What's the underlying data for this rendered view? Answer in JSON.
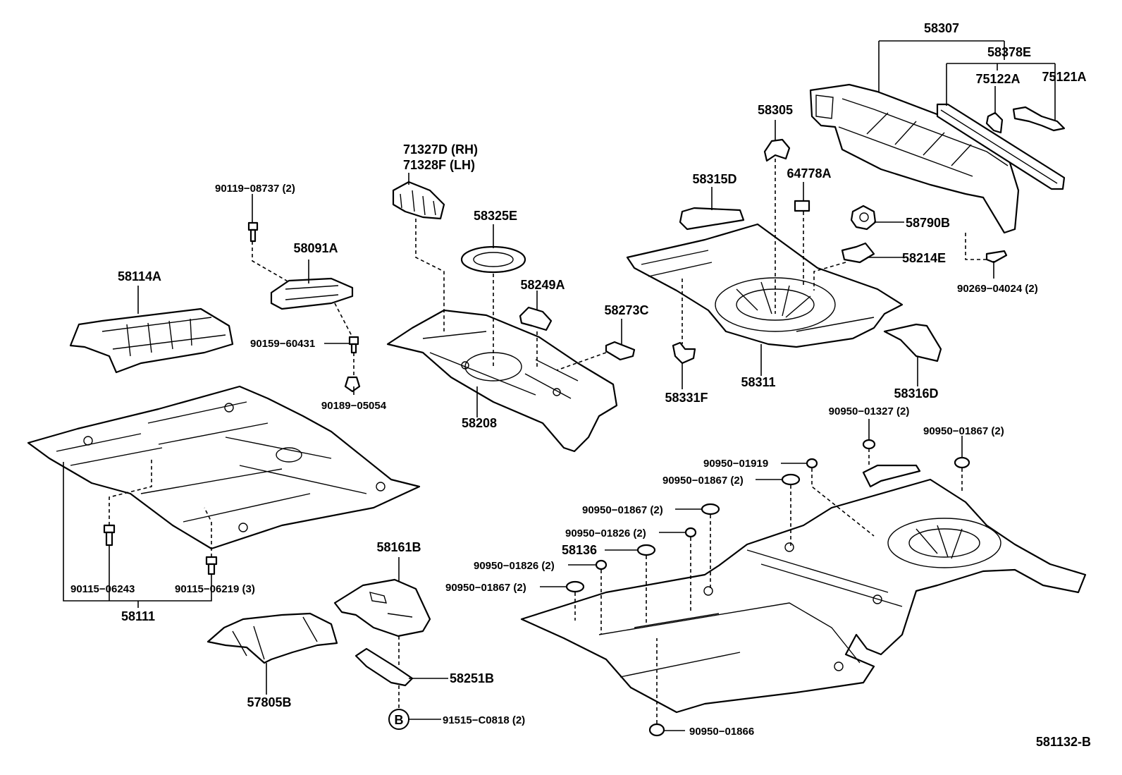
{
  "diagram_id": "581132-B",
  "callouts": {
    "p58307": "58307",
    "p58378E": "58378E",
    "p75122A": "75122A",
    "p75121A": "75121A",
    "p58305": "58305",
    "p64778A": "64778A",
    "p58315D": "58315D",
    "p58790B": "58790B",
    "p58214E": "58214E",
    "p90269_04024": "90269−04024 (2)",
    "p71327D": "71327D (RH)",
    "p71328F": "71328F (LH)",
    "p58325E": "58325E",
    "p58249A": "58249A",
    "p58273C": "58273C",
    "p58208": "58208",
    "p58311": "58311",
    "p58331F": "58331F",
    "p58316D": "58316D",
    "p90119_08737": "90119−08737 (2)",
    "p58091A": "58091A",
    "p58114A": "58114A",
    "p90159_60431": "90159−60431",
    "p90189_05054": "90189−05054",
    "p58111": "58111",
    "p90115_06243": "90115−06243",
    "p90115_06219": "90115−06219 (3)",
    "p58161B": "58161B",
    "p57805B": "57805B",
    "p58251B": "58251B",
    "p91515_C0818": "91515−C0818 (2)",
    "p90950_01327": "90950−01327 (2)",
    "p90950_01867_right": "90950−01867 (2)",
    "p90950_01919": "90950−01919",
    "p90950_01867_a": "90950−01867 (2)",
    "p90950_01867_b": "90950−01867 (2)",
    "p90950_01826_a": "90950−01826 (2)",
    "p58136": "58136",
    "p90950_01826_b": "90950−01826 (2)",
    "p90950_01867_c": "90950−01867 (2)",
    "p90950_01866": "90950−01866",
    "b_marker": "B"
  }
}
